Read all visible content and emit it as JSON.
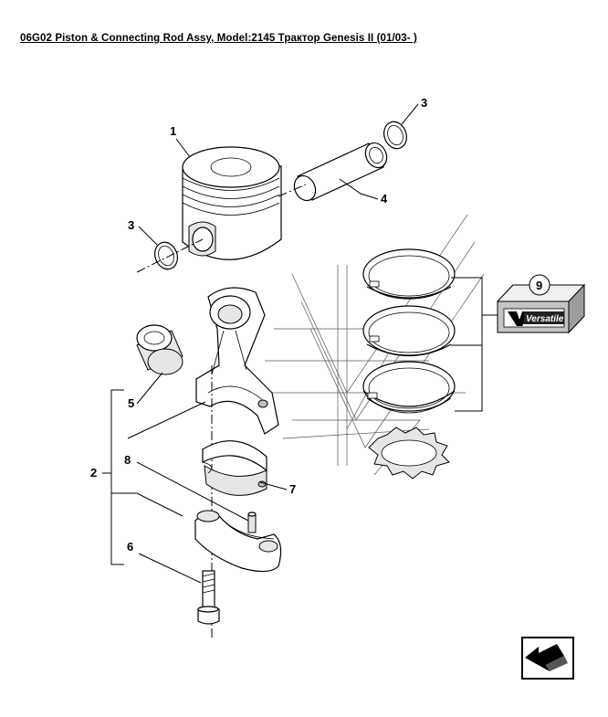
{
  "title": "06G02 Piston & Connecting Rod Assy, Model:2145 Трактор Genesis II (01/03- )",
  "callouts": {
    "c1": "1",
    "c2": "2",
    "c3a": "3",
    "c3b": "3",
    "c4": "4",
    "c5": "5",
    "c6": "6",
    "c7": "7",
    "c8": "8",
    "c9": "9"
  },
  "versatile_logo_text": "Versatile",
  "nav": {
    "icon": "arrow-left-down-icon"
  }
}
